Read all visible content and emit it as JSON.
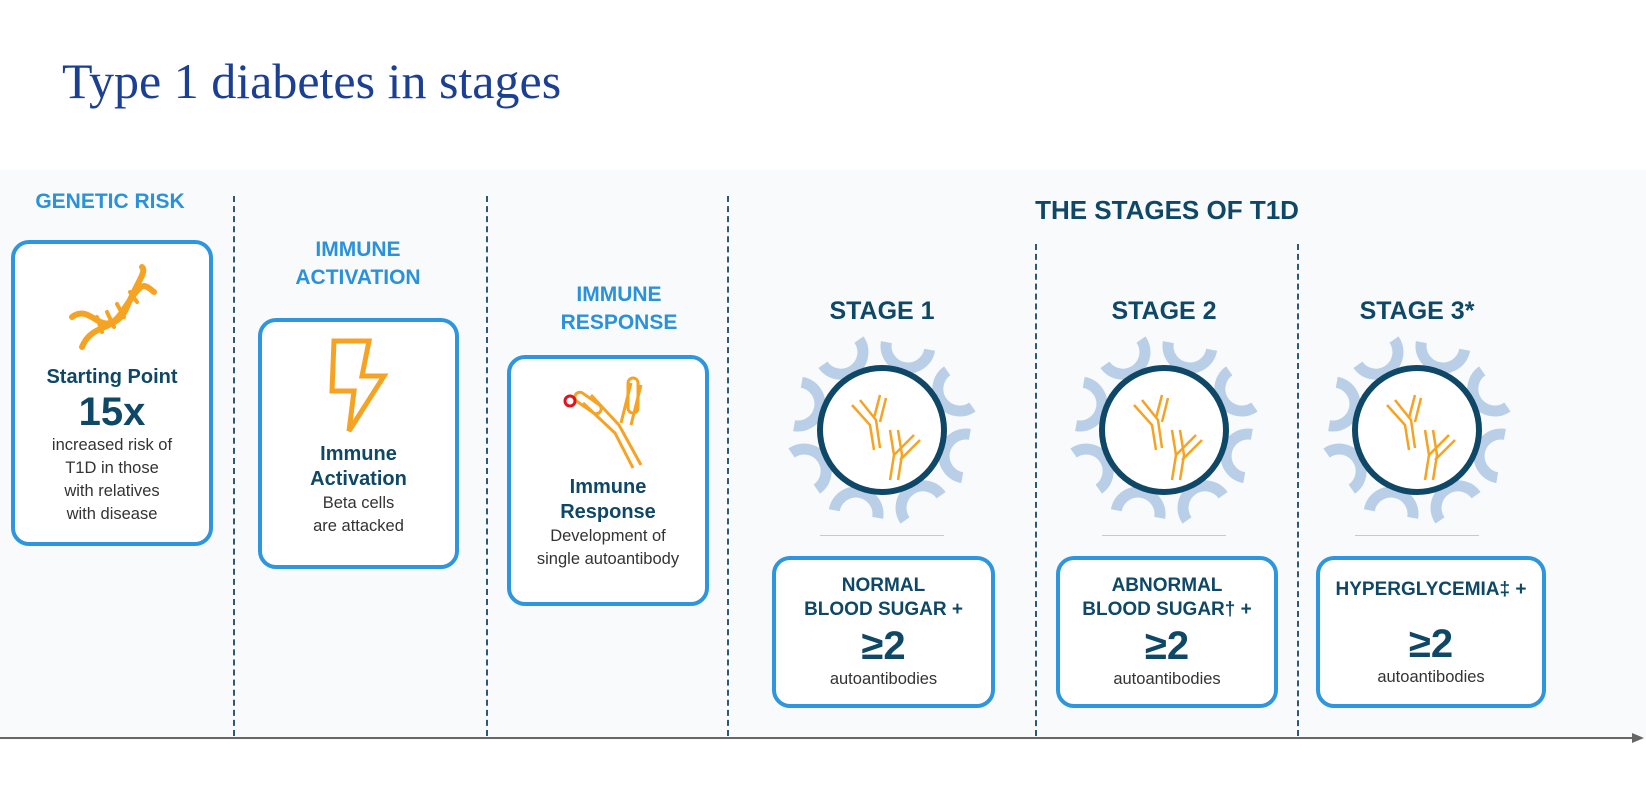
{
  "title": "Type 1 diabetes in stages",
  "genetic": {
    "heading": "GENETIC RISK",
    "title": "Starting Point",
    "value": "15x",
    "desc": [
      "increased risk of",
      "T1D in those",
      "with relatives",
      "with disease"
    ]
  },
  "activation": {
    "heading": [
      "IMMUNE",
      "ACTIVATION"
    ],
    "title": [
      "Immune",
      "Activation"
    ],
    "desc": [
      "Beta cells",
      "are attacked"
    ]
  },
  "response": {
    "heading": [
      "IMMUNE",
      "RESPONSE"
    ],
    "title": [
      "Immune",
      "Response"
    ],
    "desc": [
      "Development of",
      "single autoantibody"
    ]
  },
  "stages_heading": "THE STAGES OF T1D",
  "stages": [
    {
      "label": "STAGE 1",
      "cond": [
        "NORMAL",
        "BLOOD SUGAR +"
      ],
      "value": "≥2",
      "unit": "autoantibodies"
    },
    {
      "label": "STAGE 2",
      "cond": [
        "ABNORMAL",
        "BLOOD SUGAR† +"
      ],
      "value": "≥2",
      "unit": "autoantibodies"
    },
    {
      "label": "STAGE 3*",
      "cond": [
        "HYPERGLYCEMIA‡ +"
      ],
      "value": "≥2",
      "unit": "autoantibodies"
    }
  ],
  "colors": {
    "accent": "#2e96de",
    "dark": "#0f4767",
    "orange": "#f6a323",
    "title": "#1b3f93"
  }
}
